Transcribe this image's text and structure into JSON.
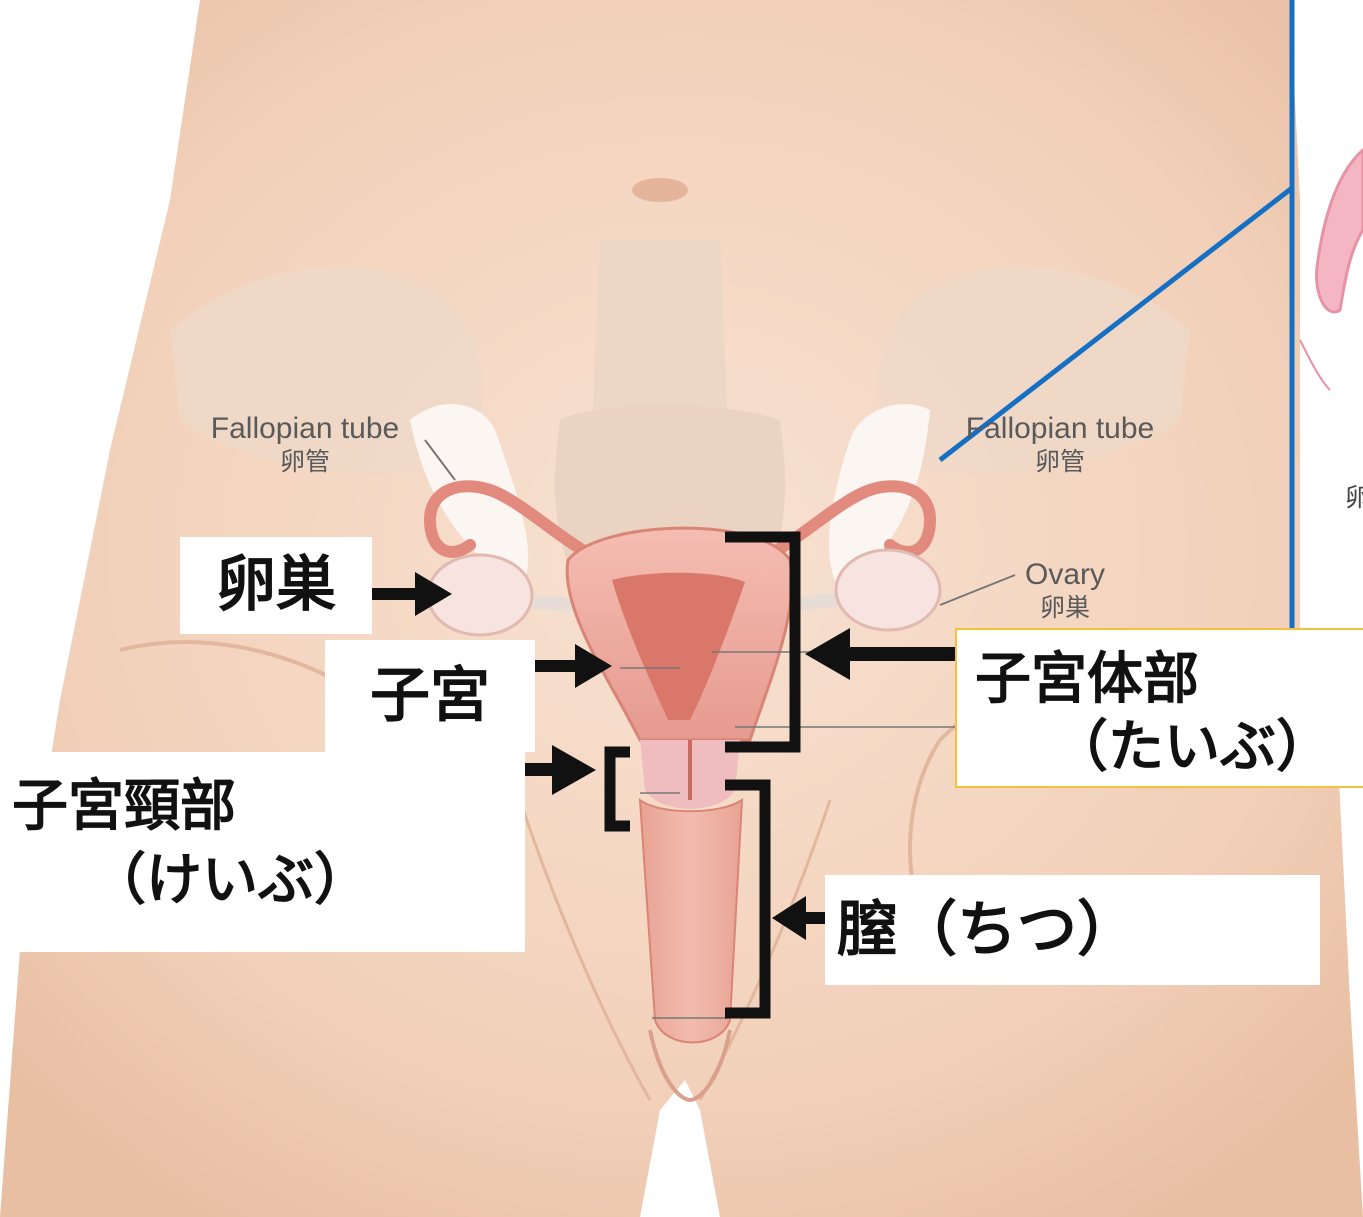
{
  "english_labels": {
    "fallopian_left": {
      "en": "Fallopian tube",
      "jp": "卵管"
    },
    "fallopian_right": {
      "en": "Fallopian tube",
      "jp": "卵管"
    },
    "ovary_right": {
      "en": "Ovary",
      "jp": "卵巣"
    }
  },
  "callouts": {
    "ovary": "卵巣",
    "uterus": "子宮",
    "cervix_line1": "子宮頸部",
    "cervix_line2": "（けいぶ）",
    "body_line1": "子宮体部",
    "body_line2": "（たいぶ）",
    "vagina": "膣（ちつ）",
    "partial_text": "卵"
  },
  "colors": {
    "inset_border": "#1570c4",
    "body_box_border": "#f3c23a",
    "bracket": "#111111",
    "skin": "#f3d3be",
    "organ": "#e79e93"
  }
}
